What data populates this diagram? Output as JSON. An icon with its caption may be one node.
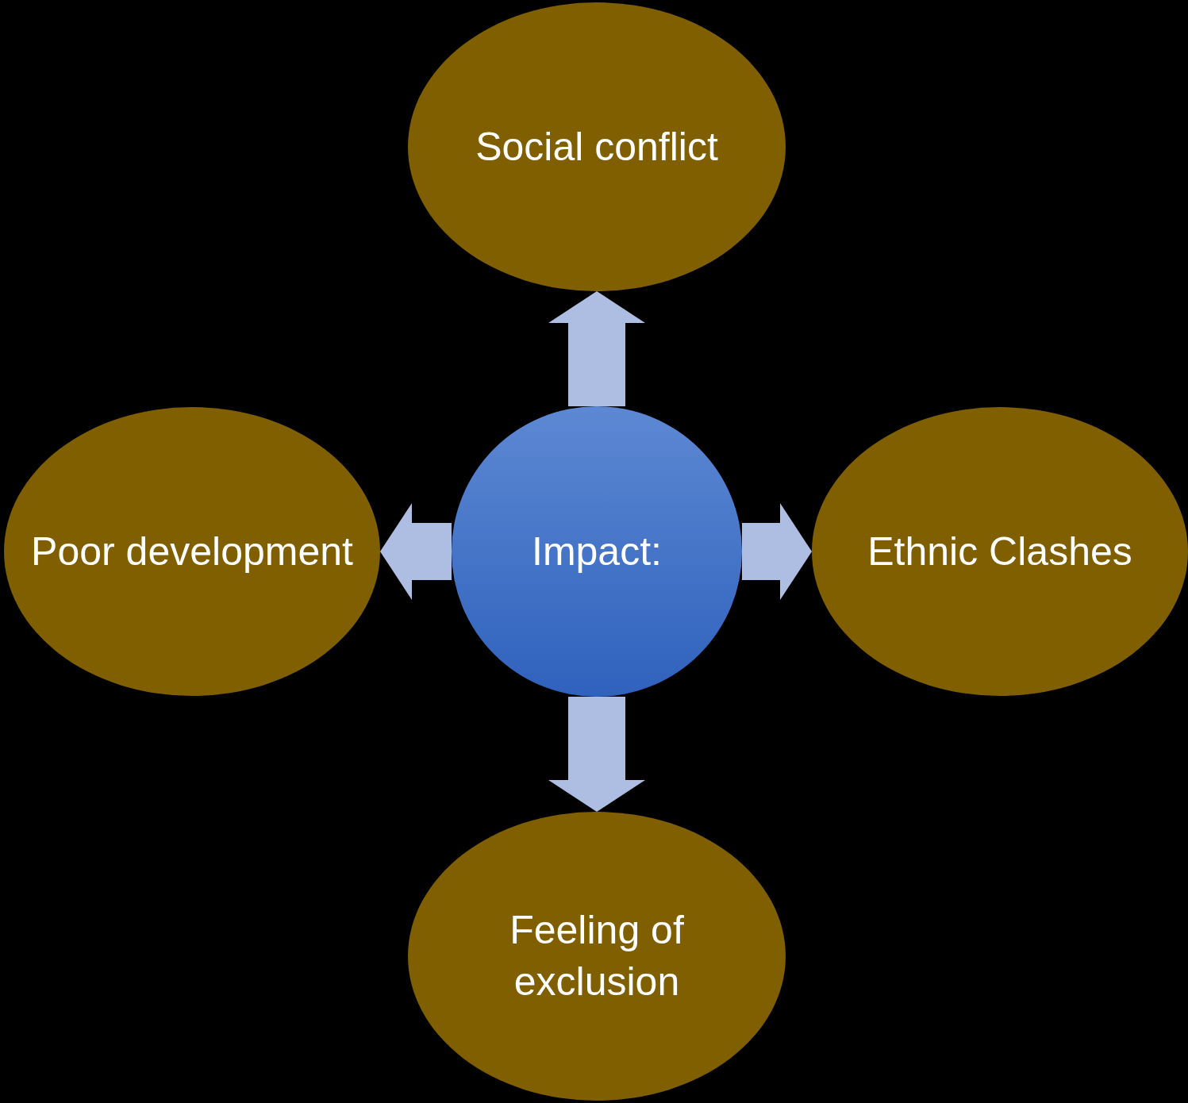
{
  "diagram": {
    "nodes": [
      {
        "text": [
          "Impact:"
        ]
      },
      {
        "text": [
          "Social conflict"
        ]
      },
      {
        "text": [
          "Ethnic Clashes"
        ]
      },
      {
        "text": [
          "Feeling of exclusion"
        ]
      },
      {
        "text": [
          "Poor development"
        ]
      }
    ],
    "edges": [
      {
        "from": 0,
        "to": 1,
        "arrow": "to"
      },
      {
        "from": 0,
        "to": 2,
        "arrow": "to"
      },
      {
        "from": 0,
        "to": 3,
        "arrow": "to"
      },
      {
        "from": 0,
        "to": 4,
        "arrow": "to"
      }
    ]
  }
}
